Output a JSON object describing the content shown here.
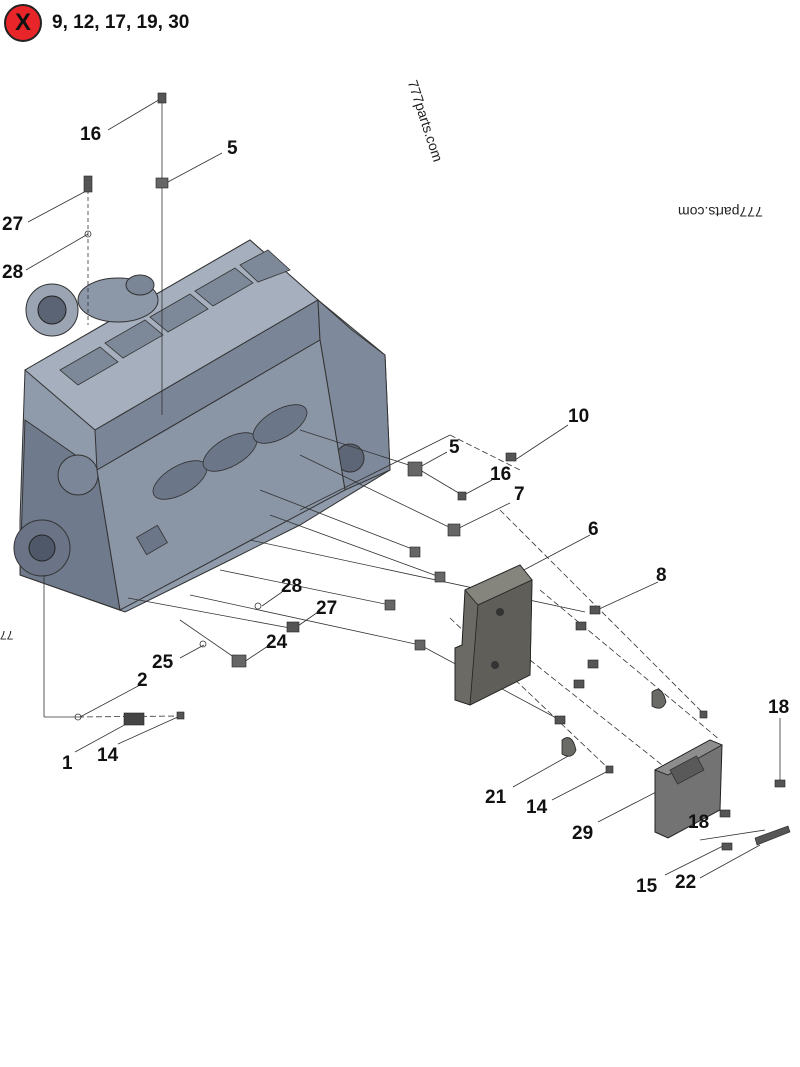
{
  "header": {
    "excluded_icon": "x-circle-icon",
    "excluded_parts": "9, 12, 17, 19, 30"
  },
  "watermarks": {
    "primary": "777parts.com",
    "mirrored": "777parts.com",
    "edge": "77"
  },
  "callouts": [
    {
      "id": "16",
      "name": "callout-16-top"
    },
    {
      "id": "5",
      "name": "callout-5-top"
    },
    {
      "id": "27",
      "name": "callout-27-left"
    },
    {
      "id": "28",
      "name": "callout-28-left"
    },
    {
      "id": "10",
      "name": "callout-10"
    },
    {
      "id": "5",
      "name": "callout-5-mid"
    },
    {
      "id": "16",
      "name": "callout-16-mid"
    },
    {
      "id": "7",
      "name": "callout-7"
    },
    {
      "id": "6",
      "name": "callout-6"
    },
    {
      "id": "8",
      "name": "callout-8"
    },
    {
      "id": "28",
      "name": "callout-28-mid"
    },
    {
      "id": "27",
      "name": "callout-27-mid"
    },
    {
      "id": "24",
      "name": "callout-24"
    },
    {
      "id": "25",
      "name": "callout-25"
    },
    {
      "id": "2",
      "name": "callout-2"
    },
    {
      "id": "1",
      "name": "callout-1"
    },
    {
      "id": "14",
      "name": "callout-14-left"
    },
    {
      "id": "18",
      "name": "callout-18-right"
    },
    {
      "id": "21",
      "name": "callout-21"
    },
    {
      "id": "14",
      "name": "callout-14-mid"
    },
    {
      "id": "29",
      "name": "callout-29"
    },
    {
      "id": "18",
      "name": "callout-18-lower"
    },
    {
      "id": "15",
      "name": "callout-15"
    },
    {
      "id": "22",
      "name": "callout-22"
    }
  ],
  "colors": {
    "engine": "#8b96a6",
    "engine_dark": "#5c6676",
    "bracket": "#6b6a64",
    "ecm": "#707070",
    "excluded_badge": "#e8262a"
  }
}
